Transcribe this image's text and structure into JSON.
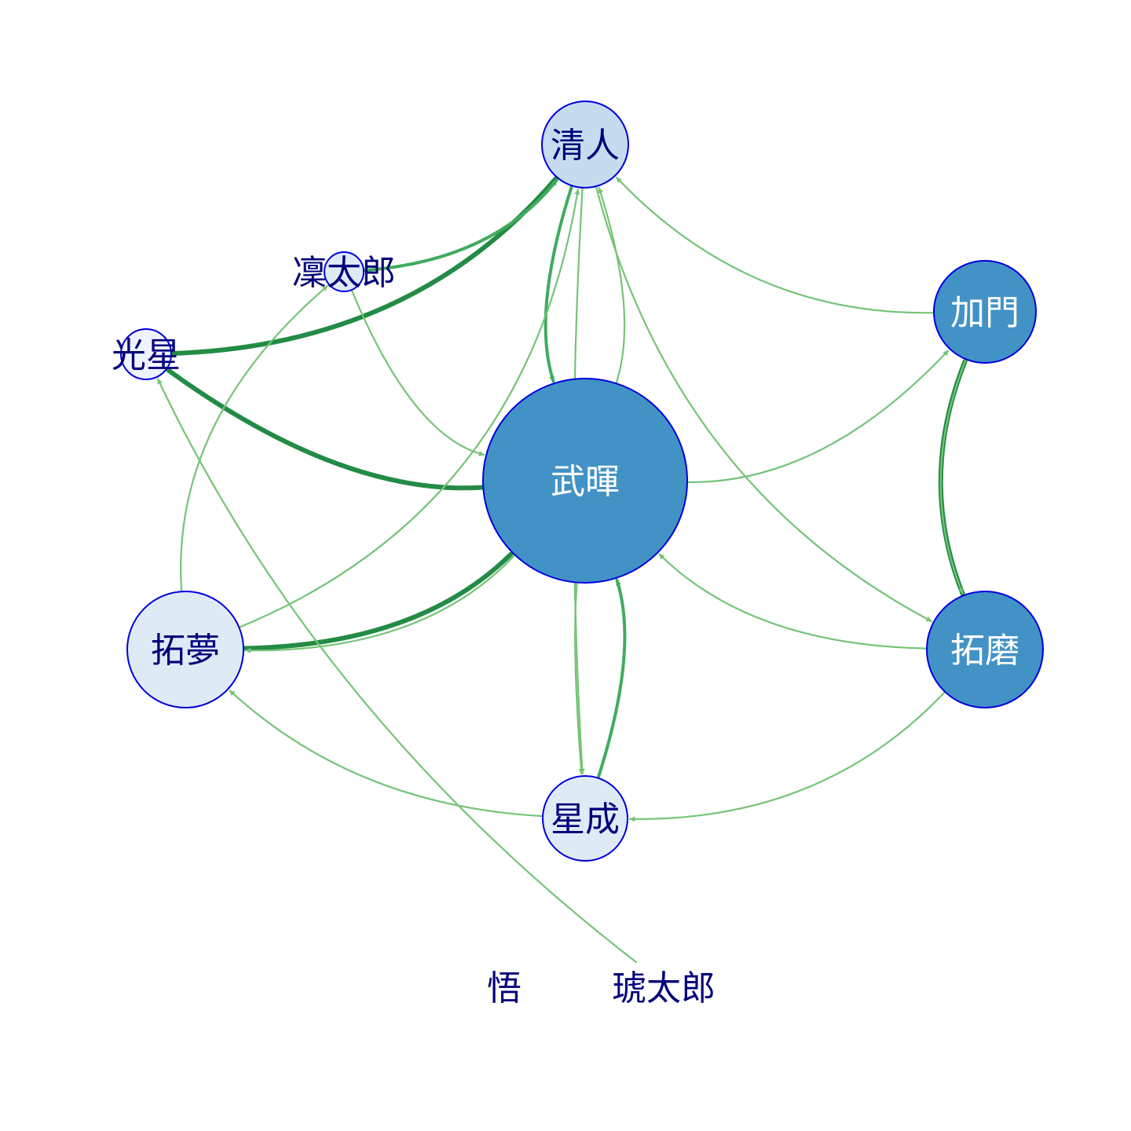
{
  "colors": {
    "node_stroke": "#0000dd",
    "label_dark": "#00007a",
    "label_light": "#ffffff",
    "edge_strong": "#238b45",
    "edge_medium": "#41ab5d",
    "edge_light": "#74c476"
  },
  "nodes": [
    {
      "id": "kiyoto",
      "label": "清人",
      "fill": "#c6dbef",
      "label_color": "dark"
    },
    {
      "id": "rintaro",
      "label": "凜太郎",
      "fill": "#deebf7",
      "label_color": "dark"
    },
    {
      "id": "kosei",
      "label": "光星",
      "fill": "#eff3ff",
      "label_color": "dark"
    },
    {
      "id": "taketeru",
      "label": "武暉",
      "fill": "#4292c6",
      "label_color": "light"
    },
    {
      "id": "kamon",
      "label": "加門",
      "fill": "#4292c6",
      "label_color": "light"
    },
    {
      "id": "takumu",
      "label": "拓夢",
      "fill": "#deebf7",
      "label_color": "dark"
    },
    {
      "id": "takuma",
      "label": "拓磨",
      "fill": "#4292c6",
      "label_color": "light"
    },
    {
      "id": "seinari",
      "label": "星成",
      "fill": "#deebf7",
      "label_color": "dark"
    },
    {
      "id": "satoru",
      "label": "悟",
      "fill": "none",
      "label_color": "dark"
    },
    {
      "id": "kotaro",
      "label": "琥太郎",
      "fill": "none",
      "label_color": "dark"
    }
  ],
  "edges": [
    {
      "from": "kosei",
      "to": "kiyoto",
      "weight": "strong"
    },
    {
      "from": "taketeru",
      "to": "kosei",
      "weight": "strong"
    },
    {
      "from": "takumu",
      "to": "taketeru",
      "weight": "strong"
    },
    {
      "from": "takuma",
      "to": "kamon",
      "weight": "strong"
    },
    {
      "from": "rintaro",
      "to": "kiyoto",
      "weight": "medium"
    },
    {
      "from": "kiyoto",
      "to": "taketeru",
      "weight": "medium"
    },
    {
      "from": "seinari",
      "to": "taketeru",
      "weight": "medium"
    },
    {
      "from": "taketeru",
      "to": "kiyoto",
      "weight": "light"
    },
    {
      "from": "rintaro",
      "to": "taketeru",
      "weight": "light"
    },
    {
      "from": "takumu",
      "to": "kiyoto",
      "weight": "light"
    },
    {
      "from": "takumu",
      "to": "rintaro",
      "weight": "light"
    },
    {
      "from": "kamon",
      "to": "kiyoto",
      "weight": "light"
    },
    {
      "from": "kiyoto",
      "to": "takuma",
      "weight": "light"
    },
    {
      "from": "taketeru",
      "to": "kamon",
      "weight": "light"
    },
    {
      "from": "kamon",
      "to": "takuma",
      "weight": "light"
    },
    {
      "from": "takuma",
      "to": "taketeru",
      "weight": "light"
    },
    {
      "from": "takuma",
      "to": "seinari",
      "weight": "light"
    },
    {
      "from": "taketeru",
      "to": "takumu",
      "weight": "light"
    },
    {
      "from": "kiyoto",
      "to": "seinari",
      "weight": "light"
    },
    {
      "from": "taketeru",
      "to": "seinari",
      "weight": "light"
    },
    {
      "from": "seinari",
      "to": "takumu",
      "weight": "light"
    },
    {
      "from": "kotaro",
      "to": "kosei",
      "weight": "light"
    }
  ]
}
